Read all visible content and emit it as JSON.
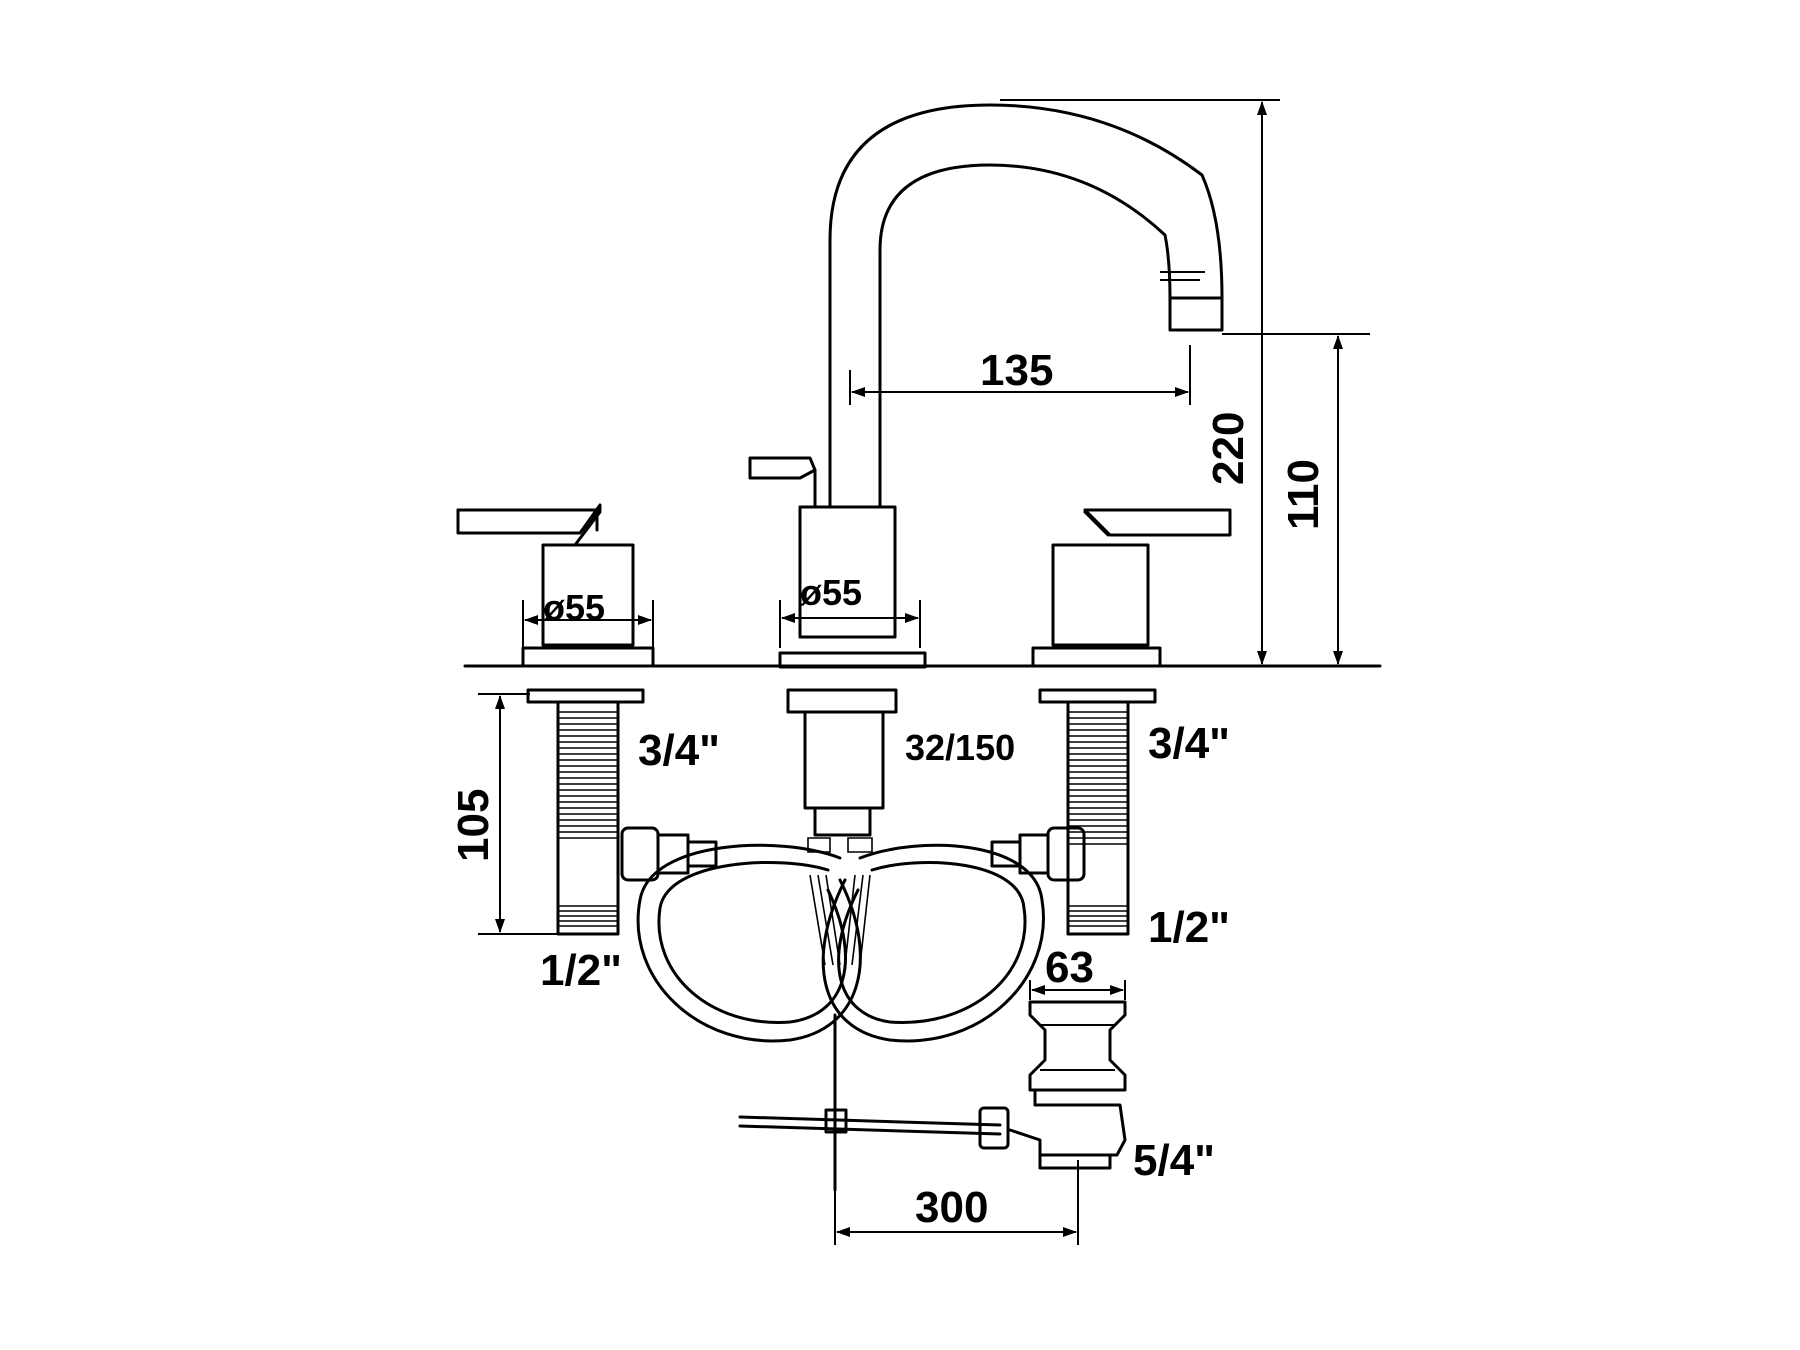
{
  "dimensions": {
    "spout_reach": "135",
    "total_height": "220",
    "spout_height": "110",
    "left_handle_diameter": "ø55",
    "center_body_diameter": "ø55",
    "shank_length": "105",
    "center_tail": "32/150",
    "drain_width": "63",
    "pop_up_length": "300"
  },
  "threads": {
    "left_inlet_top": "3/4\"",
    "right_inlet_top": "3/4\"",
    "left_inlet_bottom": "1/2\"",
    "right_inlet_bottom": "1/2\"",
    "drain_outlet": "5/4\""
  }
}
